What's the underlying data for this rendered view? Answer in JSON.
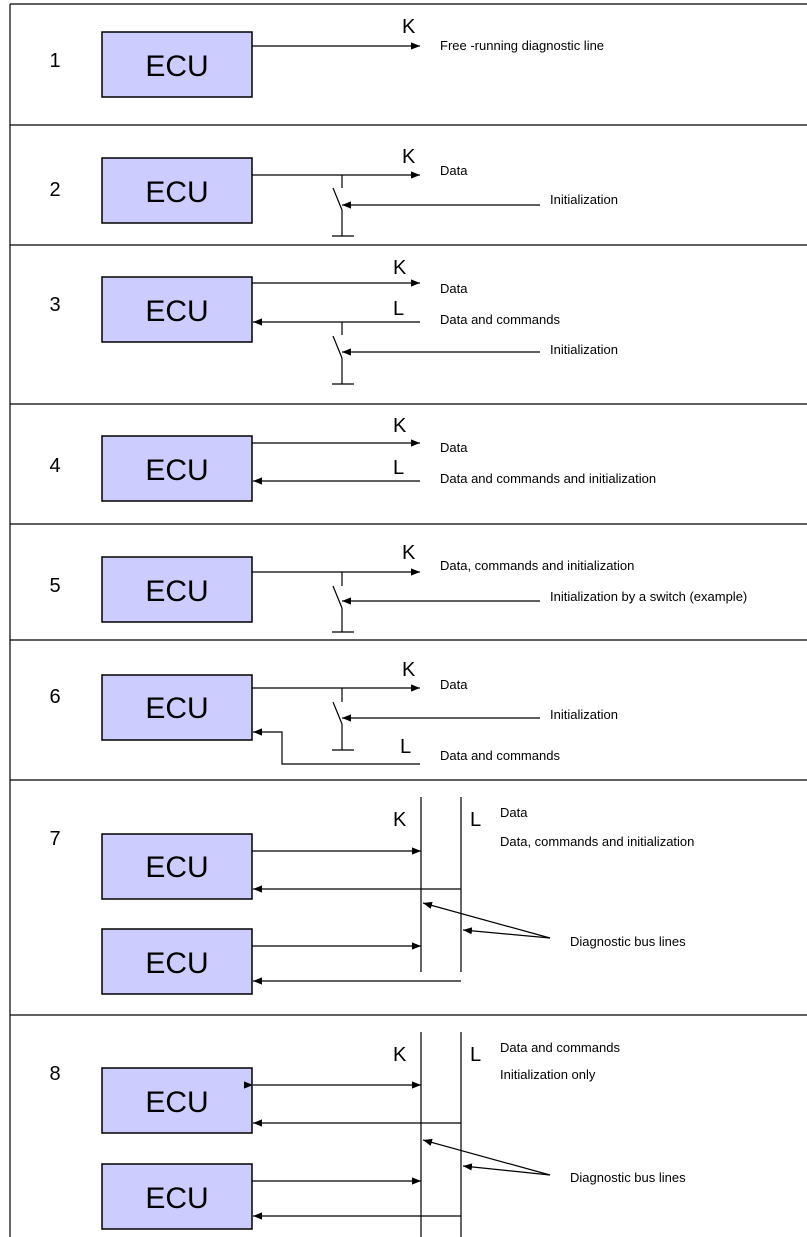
{
  "ecu_label": "ECU",
  "configurations": [
    {
      "number": "1",
      "k": "K",
      "descriptions": [
        "Free -running diagnostic line"
      ]
    },
    {
      "number": "2",
      "k": "K",
      "descriptions": [
        "Data",
        "Initialization"
      ]
    },
    {
      "number": "3",
      "k": "K",
      "l": "L",
      "descriptions": [
        "Data",
        "Data and commands",
        "Initialization"
      ]
    },
    {
      "number": "4",
      "k": "K",
      "l": "L",
      "descriptions": [
        "Data",
        "Data and commands and initialization"
      ]
    },
    {
      "number": "5",
      "k": "K",
      "descriptions": [
        "Data, commands and initialization",
        "Initialization by a switch (example)"
      ]
    },
    {
      "number": "6",
      "k": "K",
      "l": "L",
      "descriptions": [
        "Data",
        "Initialization",
        "Data and commands"
      ]
    },
    {
      "number": "7",
      "k": "K",
      "l": "L",
      "descriptions": [
        "Data",
        "Data, commands and initialization",
        "Diagnostic bus lines"
      ]
    },
    {
      "number": "8",
      "k": "K",
      "l": "L",
      "descriptions": [
        "Data and commands",
        "Initialization only",
        "Diagnostic bus lines"
      ]
    }
  ]
}
